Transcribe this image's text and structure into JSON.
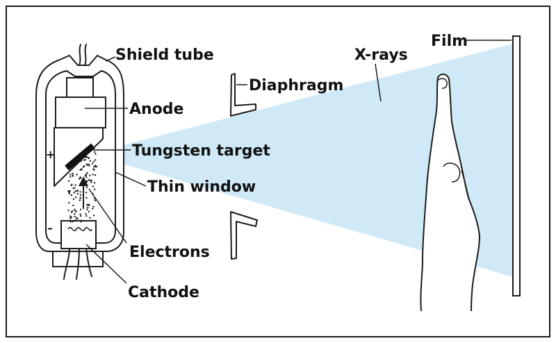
{
  "labels": {
    "shield_tube": "Shield tube",
    "anode": "Anode",
    "tungsten_target": "Tungsten target",
    "thin_window": "Thin window",
    "electrons": "Electrons",
    "cathode": "Cathode",
    "diaphragm": "Diaphragm",
    "x_rays": "X-rays",
    "film": "Film",
    "plus_sign": "+",
    "minus_sign": "–"
  },
  "colors": {
    "beam": "#cfe9f7",
    "ink": "#1a1a1a",
    "background": "#ffffff"
  },
  "icons": {
    "tube": "xray-tube-icon",
    "hand": "hand-icon",
    "film": "film-plate-icon"
  }
}
